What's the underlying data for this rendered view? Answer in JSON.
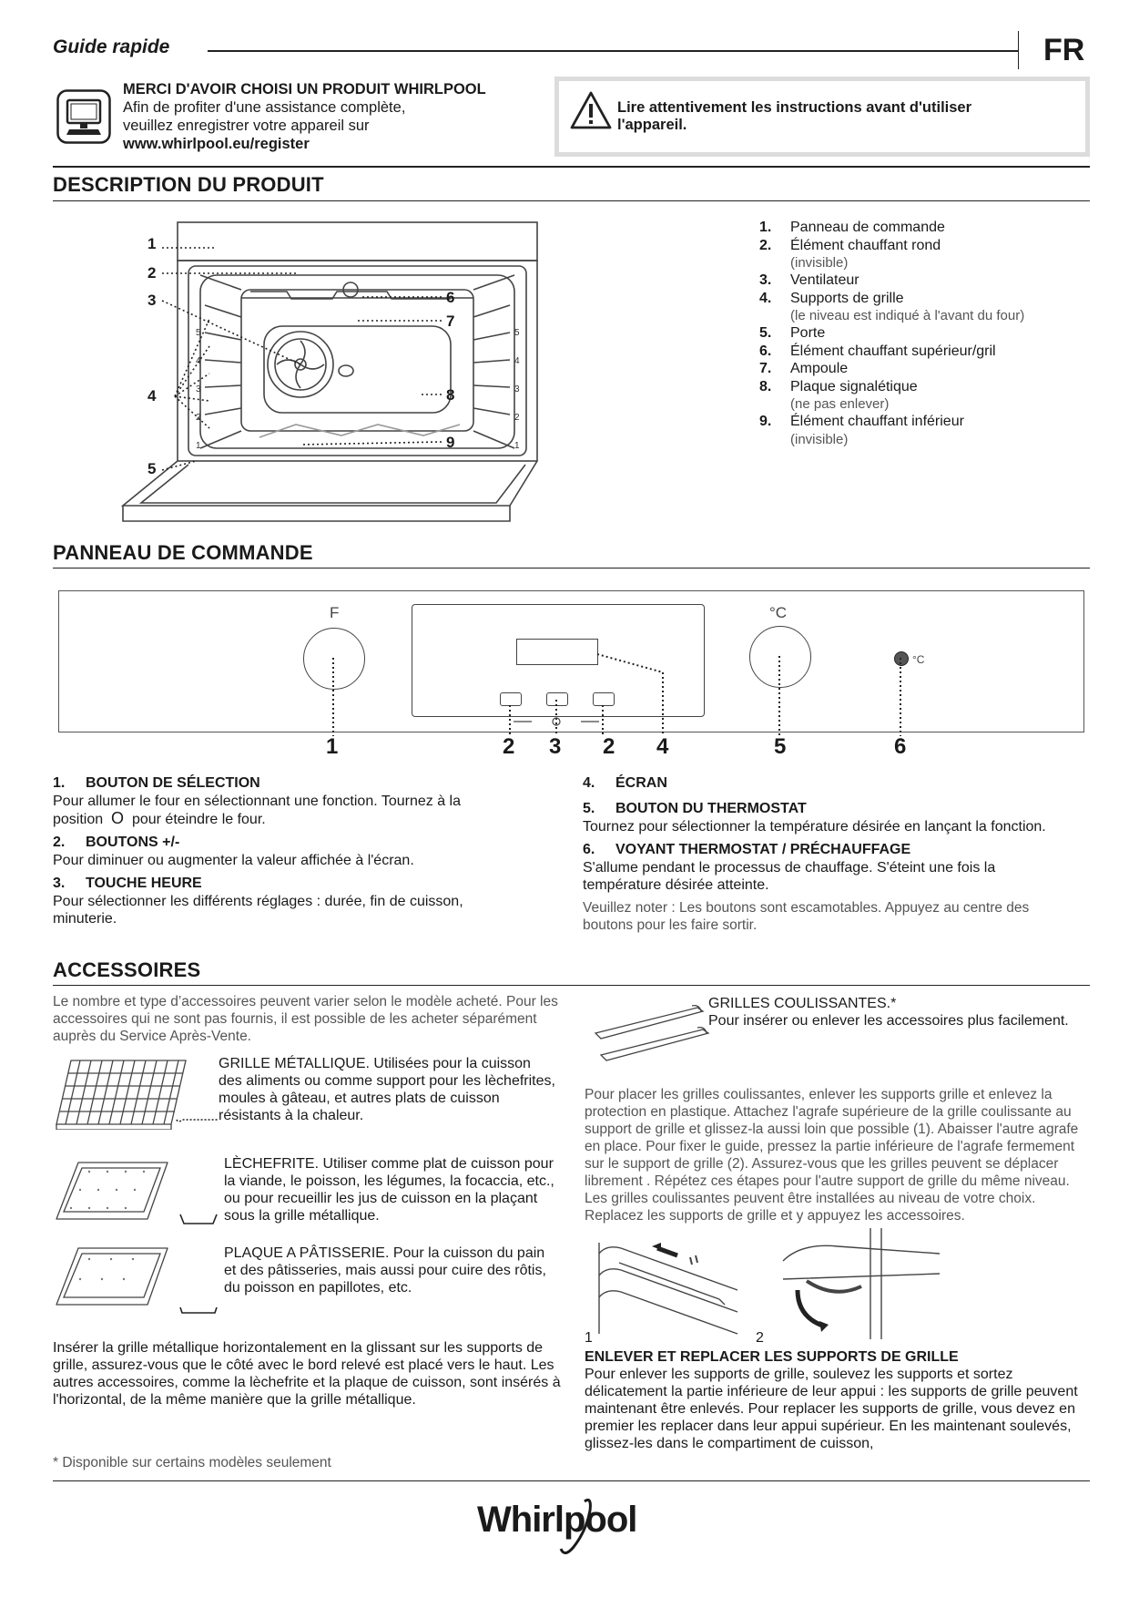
{
  "header": {
    "title": "Guide rapide",
    "lang": "FR"
  },
  "welcome": {
    "title": "MERCI D'AVOIR CHOISI UN PRODUIT WHIRLPOOL",
    "line1": "Afin de profiter d'une assistance complète,",
    "line2": "veuillez enregistrer votre appareil sur",
    "url": "www.whirlpool.eu/register",
    "icon": "computer-monitor-icon"
  },
  "warning": {
    "line1": "Lire attentivement les instructions avant d'utiliser",
    "line2": "l'appareil.",
    "icon": "warning-triangle-icon"
  },
  "description": {
    "heading": "DESCRIPTION DU PRODUIT",
    "diagram_labels": [
      "1",
      "2",
      "3",
      "4",
      "5",
      "6",
      "7",
      "8",
      "9"
    ],
    "shelf_levels": [
      "5",
      "4",
      "3",
      "2",
      "1"
    ],
    "parts": [
      {
        "num": "1.",
        "label": "Panneau de commande",
        "sub": ""
      },
      {
        "num": "2.",
        "label": "Élément chauffant rond",
        "sub": "(invisible)"
      },
      {
        "num": "3.",
        "label": "Ventilateur",
        "sub": ""
      },
      {
        "num": "4.",
        "label": "Supports de grille",
        "sub": "(le niveau est indiqué à l'avant du four)"
      },
      {
        "num": "5.",
        "label": "Porte",
        "sub": ""
      },
      {
        "num": "6.",
        "label": "Élément chauffant supérieur/gril",
        "sub": ""
      },
      {
        "num": "7.",
        "label": "Ampoule",
        "sub": ""
      },
      {
        "num": "8.",
        "label": "Plaque signalétique",
        "sub": "(ne pas enlever)"
      },
      {
        "num": "9.",
        "label": "Élément chauffant inférieur",
        "sub": "(invisible)"
      }
    ]
  },
  "panel": {
    "heading": "PANNEAU DE COMMANDE",
    "knob_left_symbol": "F",
    "knob_right_symbol": "°C",
    "lamp_symbol": "°C",
    "numbers": [
      "1",
      "2",
      "3",
      "2",
      "4",
      "5",
      "6"
    ],
    "items": [
      {
        "num": "1.",
        "title": "BOUTON DE SÉLECTION",
        "text1": "Pour allumer le four en sélectionnant une fonction. Tournez à la",
        "text2": "position",
        "symbol": "O",
        "text3": "pour éteindre le four."
      },
      {
        "num": "2.",
        "title": "BOUTONS +/-",
        "text": "Pour diminuer ou augmenter la valeur affichée à l'écran."
      },
      {
        "num": "3.",
        "title": "TOUCHE HEURE",
        "text": "Pour sélectionner les différents réglages : durée, fin de cuisson, minuterie."
      },
      {
        "num": "4.",
        "title": "ÉCRAN",
        "text": ""
      },
      {
        "num": "5.",
        "title": "BOUTON DU THERMOSTAT",
        "text": "Tournez pour sélectionner la température désirée en lançant la fonction."
      },
      {
        "num": "6.",
        "title": "VOYANT THERMOSTAT / PRÉCHAUFFAGE",
        "text": "S'allume pendant le processus de chauffage. S'éteint une fois la température désirée atteinte."
      }
    ],
    "note": "Veuillez noter : Les boutons sont escamotables. Appuyez au centre des boutons pour les faire sortir."
  },
  "accessories": {
    "heading": "ACCESSOIRES",
    "intro": "Le nombre et type d’accessoires peuvent varier selon le modèle acheté. Pour les accessoires qui ne sont pas fournis, il est possible de les acheter séparément auprès du Service Après-Vente.",
    "rack": "GRILLE MÉTALLIQUE. Utilisées pour la cuisson des aliments ou comme support pour les lèchefrites, moules à gâteau, et autres plats de cuisson résistants à la chaleur.",
    "drip": "LÈCHEFRITE. Utiliser comme plat de cuisson pour la viande, le poisson, les légumes, la focaccia, etc., ou pour recueillir les jus de cuisson en la plaçant sous la grille métallique.",
    "baking": "PLAQUE A PÂTISSERIE. Pour la cuisson du pain et des pâtisseries, mais aussi pour cuire des rôtis, du poisson en papillotes, etc.",
    "insert_text": "Insérer la grille métallique horizontalement en la glissant sur les supports de grille, assurez-vous que le côté avec le bord relevé est placé vers le haut. Les autres accessoires, comme la lèchefrite et la plaque de cuisson, sont insérés à l'horizontal, de la même manière que la grille métallique.",
    "slides_title": "GRILLES COULISSANTES.*",
    "slides_text": "Pour insérer ou enlever les accessoires plus facilement.",
    "slides_instructions": "Pour placer les grilles coulissantes, enlever les supports grille et enlevez la protection en plastique. Attachez l'agrafe supérieure de la grille coulissante au support de grille et glissez-la aussi loin que possible (1). Abaisser l'autre agrafe en place. Pour fixer le guide, pressez la partie inférieure de l'agrafe fermement sur le support de grille (2). Assurez-vous que les grilles peuvent se déplacer librement . Répétez ces étapes pour l'autre support de grille du même niveau. Les grilles coulissantes peuvent être installées au niveau de votre choix. Replacez les supports de grille et y appuyez les accessoires.",
    "step1": "1",
    "step2": "2",
    "remove_title": "ENLEVER ET REPLACER LES SUPPORTS DE GRILLE",
    "remove_text": "Pour enlever les supports de grille, soulevez les supports et sortez délicatement la partie inférieure de leur appui : les supports de grille peuvent maintenant être enlevés. Pour replacer les supports de grille, vous devez en premier les replacer dans leur appui supérieur. En les maintenant soulevés, glissez-les dans le compartiment de cuisson,",
    "footnote": "* Disponible sur certains modèles seulement"
  },
  "footer": {
    "logo": "Whirlpool"
  }
}
